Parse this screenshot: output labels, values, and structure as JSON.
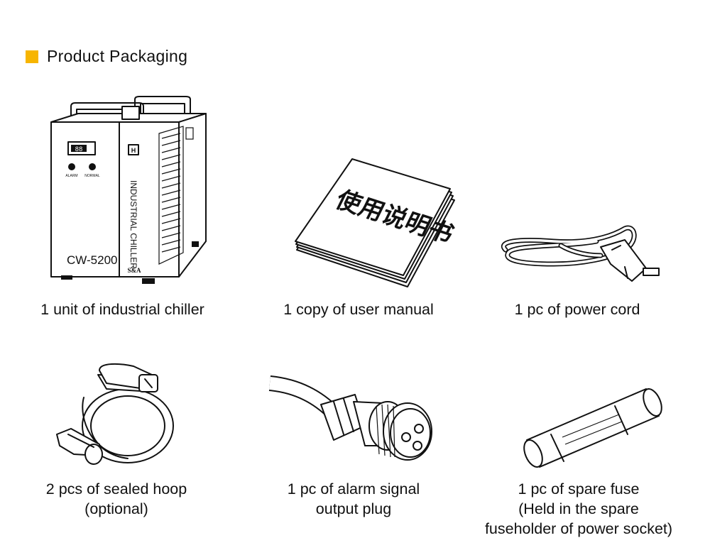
{
  "section": {
    "title": "Product Packaging",
    "accent_color": "#f7b500"
  },
  "items": [
    {
      "icon": "industrial-chiller-icon",
      "caption_lines": [
        "1 unit of industrial chiller"
      ],
      "chiller": {
        "model": "CW-5200",
        "side_label": "INDUSTRIAL CHILLER",
        "brand": "S&A",
        "alarm": "ALARM",
        "normal": "NORMAL",
        "display": "88"
      }
    },
    {
      "icon": "user-manual-icon",
      "caption_lines": [
        "1 copy of user manual"
      ],
      "manual": {
        "cover_text": "使用说明书"
      }
    },
    {
      "icon": "power-cord-icon",
      "caption_lines": [
        "1 pc of power cord"
      ]
    },
    {
      "icon": "sealed-hoop-icon",
      "caption_lines": [
        "2 pcs of sealed hoop",
        "(optional)"
      ]
    },
    {
      "icon": "alarm-signal-plug-icon",
      "caption_lines": [
        "1 pc of alarm signal",
        "output plug"
      ]
    },
    {
      "icon": "spare-fuse-icon",
      "caption_lines": [
        "1 pc of spare fuse",
        "(Held in the spare",
        "fuseholder of power socket)"
      ]
    }
  ]
}
